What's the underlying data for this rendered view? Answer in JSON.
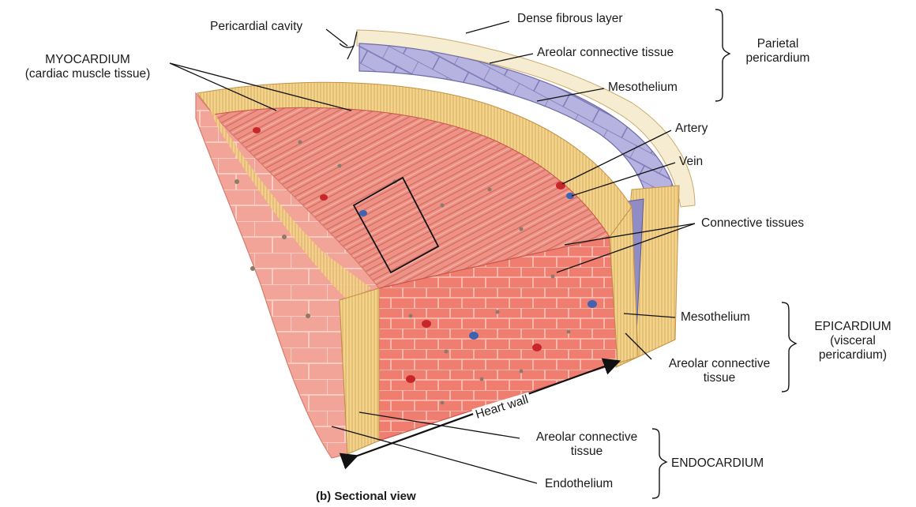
{
  "labels": {
    "pericardial_cavity": "Pericardial cavity",
    "dense_fibrous_layer": "Dense fibrous layer",
    "areolar_ct_top": "Areolar connective tissue",
    "mesothelium_top": "Mesothelium",
    "parietal_pericardium_line1": "Parietal",
    "parietal_pericardium_line2": "pericardium",
    "myocardium_line1": "MYOCARDIUM",
    "myocardium_line2": "(cardiac muscle tissue)",
    "artery": "Artery",
    "vein": "Vein",
    "connective_tissues": "Connective tissues",
    "mesothelium_epi": "Mesothelium",
    "areolar_ct_epi_line1": "Areolar connective",
    "areolar_ct_epi_line2": "tissue",
    "epicardium_line1": "EPICARDIUM",
    "epicardium_line2": "(visceral",
    "epicardium_line3": "pericardium)",
    "heart_wall": "Heart wall",
    "areolar_ct_endo_line1": "Areolar connective",
    "areolar_ct_endo_line2": "tissue",
    "endothelium": "Endothelium",
    "endocardium": "ENDOCARDIUM",
    "caption": "(b) Sectional view"
  },
  "colors": {
    "muscle": "#e98a7f",
    "muscle_light": "#f3b3a6",
    "muscle_dark": "#c9574d",
    "cell_front": "#f07f72",
    "cell_border": "#f8c3b8",
    "connective": "#f2d58c",
    "connective_stripe": "#d39b4b",
    "mesothelium_cells": "#a9a6d8",
    "mesothelium_border": "#6f6ba8",
    "fibrous": "#f6ecd2",
    "artery_red": "#c8262b",
    "vein_blue": "#3f63b0",
    "ink": "#1a1a1a"
  }
}
